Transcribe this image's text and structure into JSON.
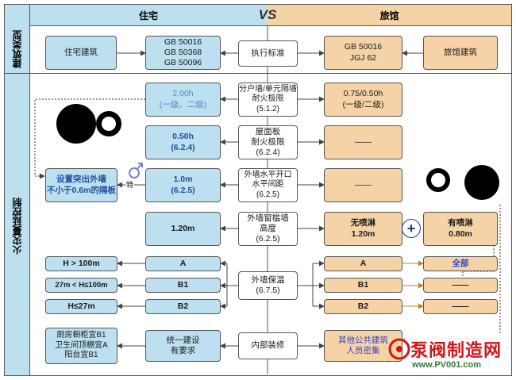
{
  "header": {
    "left": "住宅",
    "vs": "VS",
    "right": "旅馆"
  },
  "row_labels": {
    "building_type": "建筑类型",
    "fire_control": "火灾蔓延控制"
  },
  "rows": {
    "standard": {
      "left_type": "住宅建筑",
      "left_codes": "GB 50016\nGB 50368\nGB 50096",
      "center": "执行标准",
      "right_codes": "GB 50016\nJGJ 62",
      "right_type": "旅馆建筑"
    },
    "partition": {
      "left": "2.00h\n(一级、二级)",
      "center": "分户墙/单元隔墙\n耐火极限\n(5.1.2)",
      "right": "0.75/0.50h\n(一级/二级)"
    },
    "roof": {
      "left": "0.50h\n(6.2.4)",
      "center": "屋面板\n耐火极限\n(6.2.4)",
      "right": "——"
    },
    "horizontal": {
      "left": "1.0m\n(6.2.5)",
      "center": "外墙水平开口\n水平间距\n(6.2.5)",
      "right": "——",
      "side": "设置突出外墙\n不小于0.6m的隔板",
      "special": "特"
    },
    "sill": {
      "left": "1.20m",
      "center": "外墙窗槛墙\n高度\n(6.2.5)",
      "right_a": "无喷淋\n1.20m",
      "plus": "+",
      "right_b": "有喷淋\n0.80m"
    },
    "insulation": {
      "center": "外墙保温\n(6.7.5)",
      "heights": [
        "H > 100m",
        "27m < H≤100m",
        "H≤27m"
      ],
      "left_grades": [
        "A",
        "B1",
        "B2"
      ],
      "right_grades": [
        "A",
        "B1",
        "B2"
      ],
      "right_scope": [
        "全部",
        "——",
        "——"
      ]
    },
    "decoration": {
      "far_left": "厨房橱柜宜B1\n卫生间顶棚宜A\n阳台宜B1",
      "left": "统一建设\n有要求",
      "center": "内部装修",
      "right": "其他公共建筑\n人员密集"
    }
  },
  "colors": {
    "blue": "#bde0f0",
    "orange": "#f6d3a6",
    "header_blue": "#bde0f0",
    "header_orange": "#f6d3a6",
    "bold_text": "#1f4fa0"
  },
  "watermark": {
    "name": "泵阀制造网",
    "url": "www.PV001.com"
  }
}
